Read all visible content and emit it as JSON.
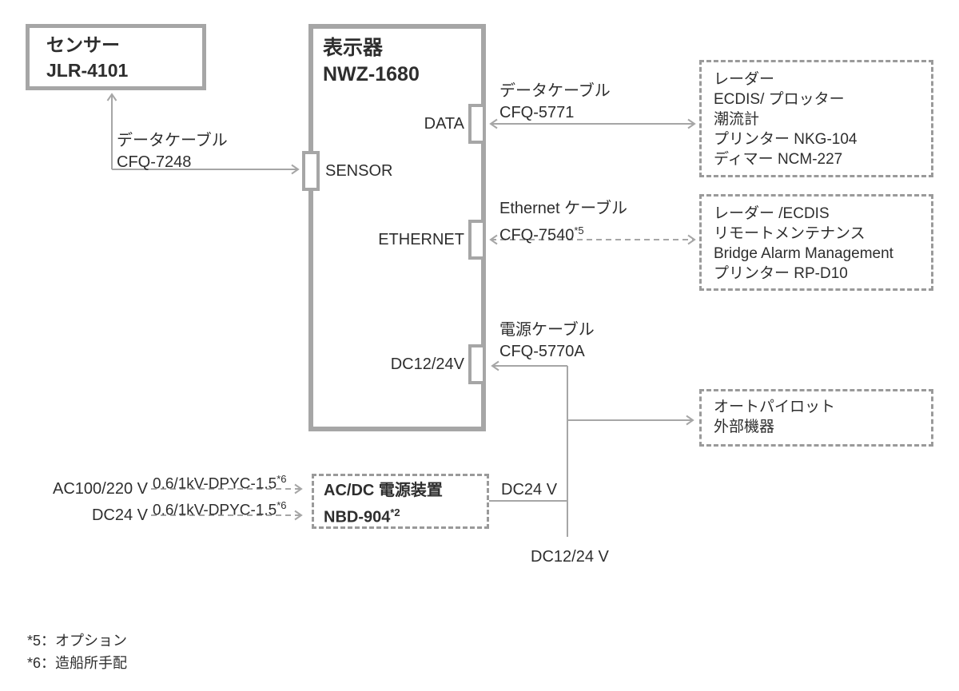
{
  "sensor_box": {
    "name": "センサー",
    "model": "JLR-4101"
  },
  "display_box": {
    "name": "表示器",
    "model": "NWZ-1680",
    "ports": {
      "sensor": "SENSOR",
      "data": "DATA",
      "ethernet": "ETHERNET",
      "power": "DC12/24V"
    }
  },
  "cables": {
    "sensor": {
      "type": "データケーブル",
      "model": "CFQ-7248"
    },
    "data": {
      "type": "データケーブル",
      "model": "CFQ-5771"
    },
    "ethernet": {
      "type": "Ethernet ケーブル",
      "model": "CFQ-7540",
      "note": "*5"
    },
    "power": {
      "type": "電源ケーブル",
      "model": "CFQ-5770A"
    }
  },
  "peripheral_boxes": {
    "data": {
      "items": [
        "レーダー",
        "ECDIS/ プロッター",
        "潮流計",
        "プリンター NKG-104",
        "ディマー NCM-227"
      ]
    },
    "ethernet": {
      "items": [
        "レーダー /ECDIS",
        "リモートメンテナンス",
        "Bridge Alarm Management",
        "プリンター RP-D10"
      ]
    },
    "power": {
      "items": [
        "オートパイロット",
        "外部機器"
      ]
    }
  },
  "psu_box": {
    "name": "AC/DC 電源装置",
    "model": "NBD-904",
    "note": "*2"
  },
  "psu_inputs": {
    "ac": {
      "source": "AC100/220 V",
      "cable": "0.6/1kV-DPYC-1.5",
      "note": "*6"
    },
    "dc": {
      "source": "DC24 V",
      "cable": "0.6/1kV-DPYC-1.5",
      "note": "*6"
    }
  },
  "power_labels": {
    "dc24_out": "DC24 V",
    "dc1224_bottom": "DC12/24 V"
  },
  "footnotes": [
    "*5：オプション",
    "*6：造船所手配"
  ],
  "colors": {
    "line_gray": "#a6a6a6",
    "dash_gray": "#9a9a9a",
    "text": "#2e2e2e"
  }
}
